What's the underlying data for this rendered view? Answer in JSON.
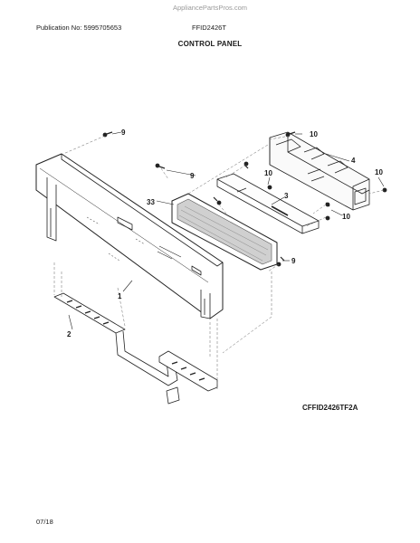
{
  "header": {
    "watermark": "AppliancePartsPros.com",
    "publication": "Publication No: 5995705653",
    "model": "FFID2426T",
    "section_title": "CONTROL PANEL"
  },
  "figure_code": "CFFID2426TF2A",
  "footer_date": "07/18",
  "callouts": {
    "c1": "1",
    "c2": "2",
    "c3": "3",
    "c4": "4",
    "c9a": "9",
    "c9b": "9",
    "c9c": "9",
    "c10a": "10",
    "c10b": "10",
    "c10c": "10",
    "c10d": "10",
    "c33": "33"
  }
}
